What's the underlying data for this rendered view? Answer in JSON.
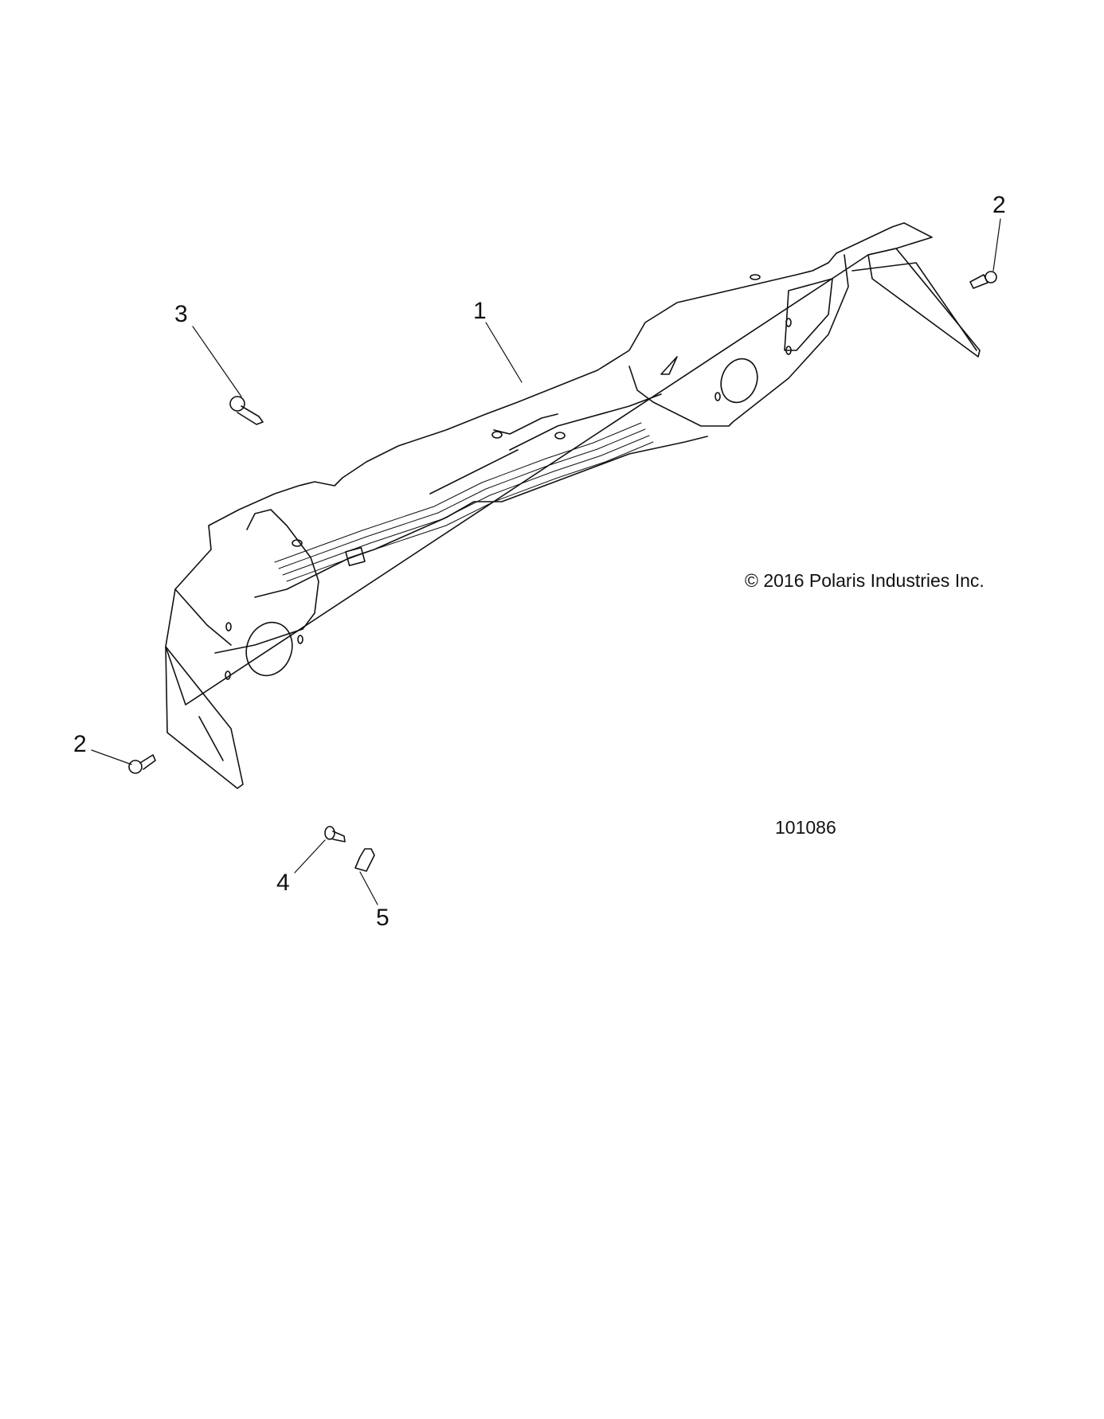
{
  "diagram": {
    "type": "exploded parts diagram",
    "copyright": "© 2016 Polaris Industries Inc.",
    "figure_number": "101086",
    "callouts": [
      {
        "id": "1",
        "label": "1",
        "part": "main bumper / rack assembly"
      },
      {
        "id": "2a",
        "label": "2",
        "part": "push rivet (right)"
      },
      {
        "id": "2b",
        "label": "2",
        "part": "push rivet (left)"
      },
      {
        "id": "3",
        "label": "3",
        "part": "flange screw"
      },
      {
        "id": "4",
        "label": "4",
        "part": "screw"
      },
      {
        "id": "5",
        "label": "5",
        "part": "speed nut / clip"
      }
    ],
    "colors": {
      "line": "#111111",
      "background": "#ffffff"
    }
  }
}
